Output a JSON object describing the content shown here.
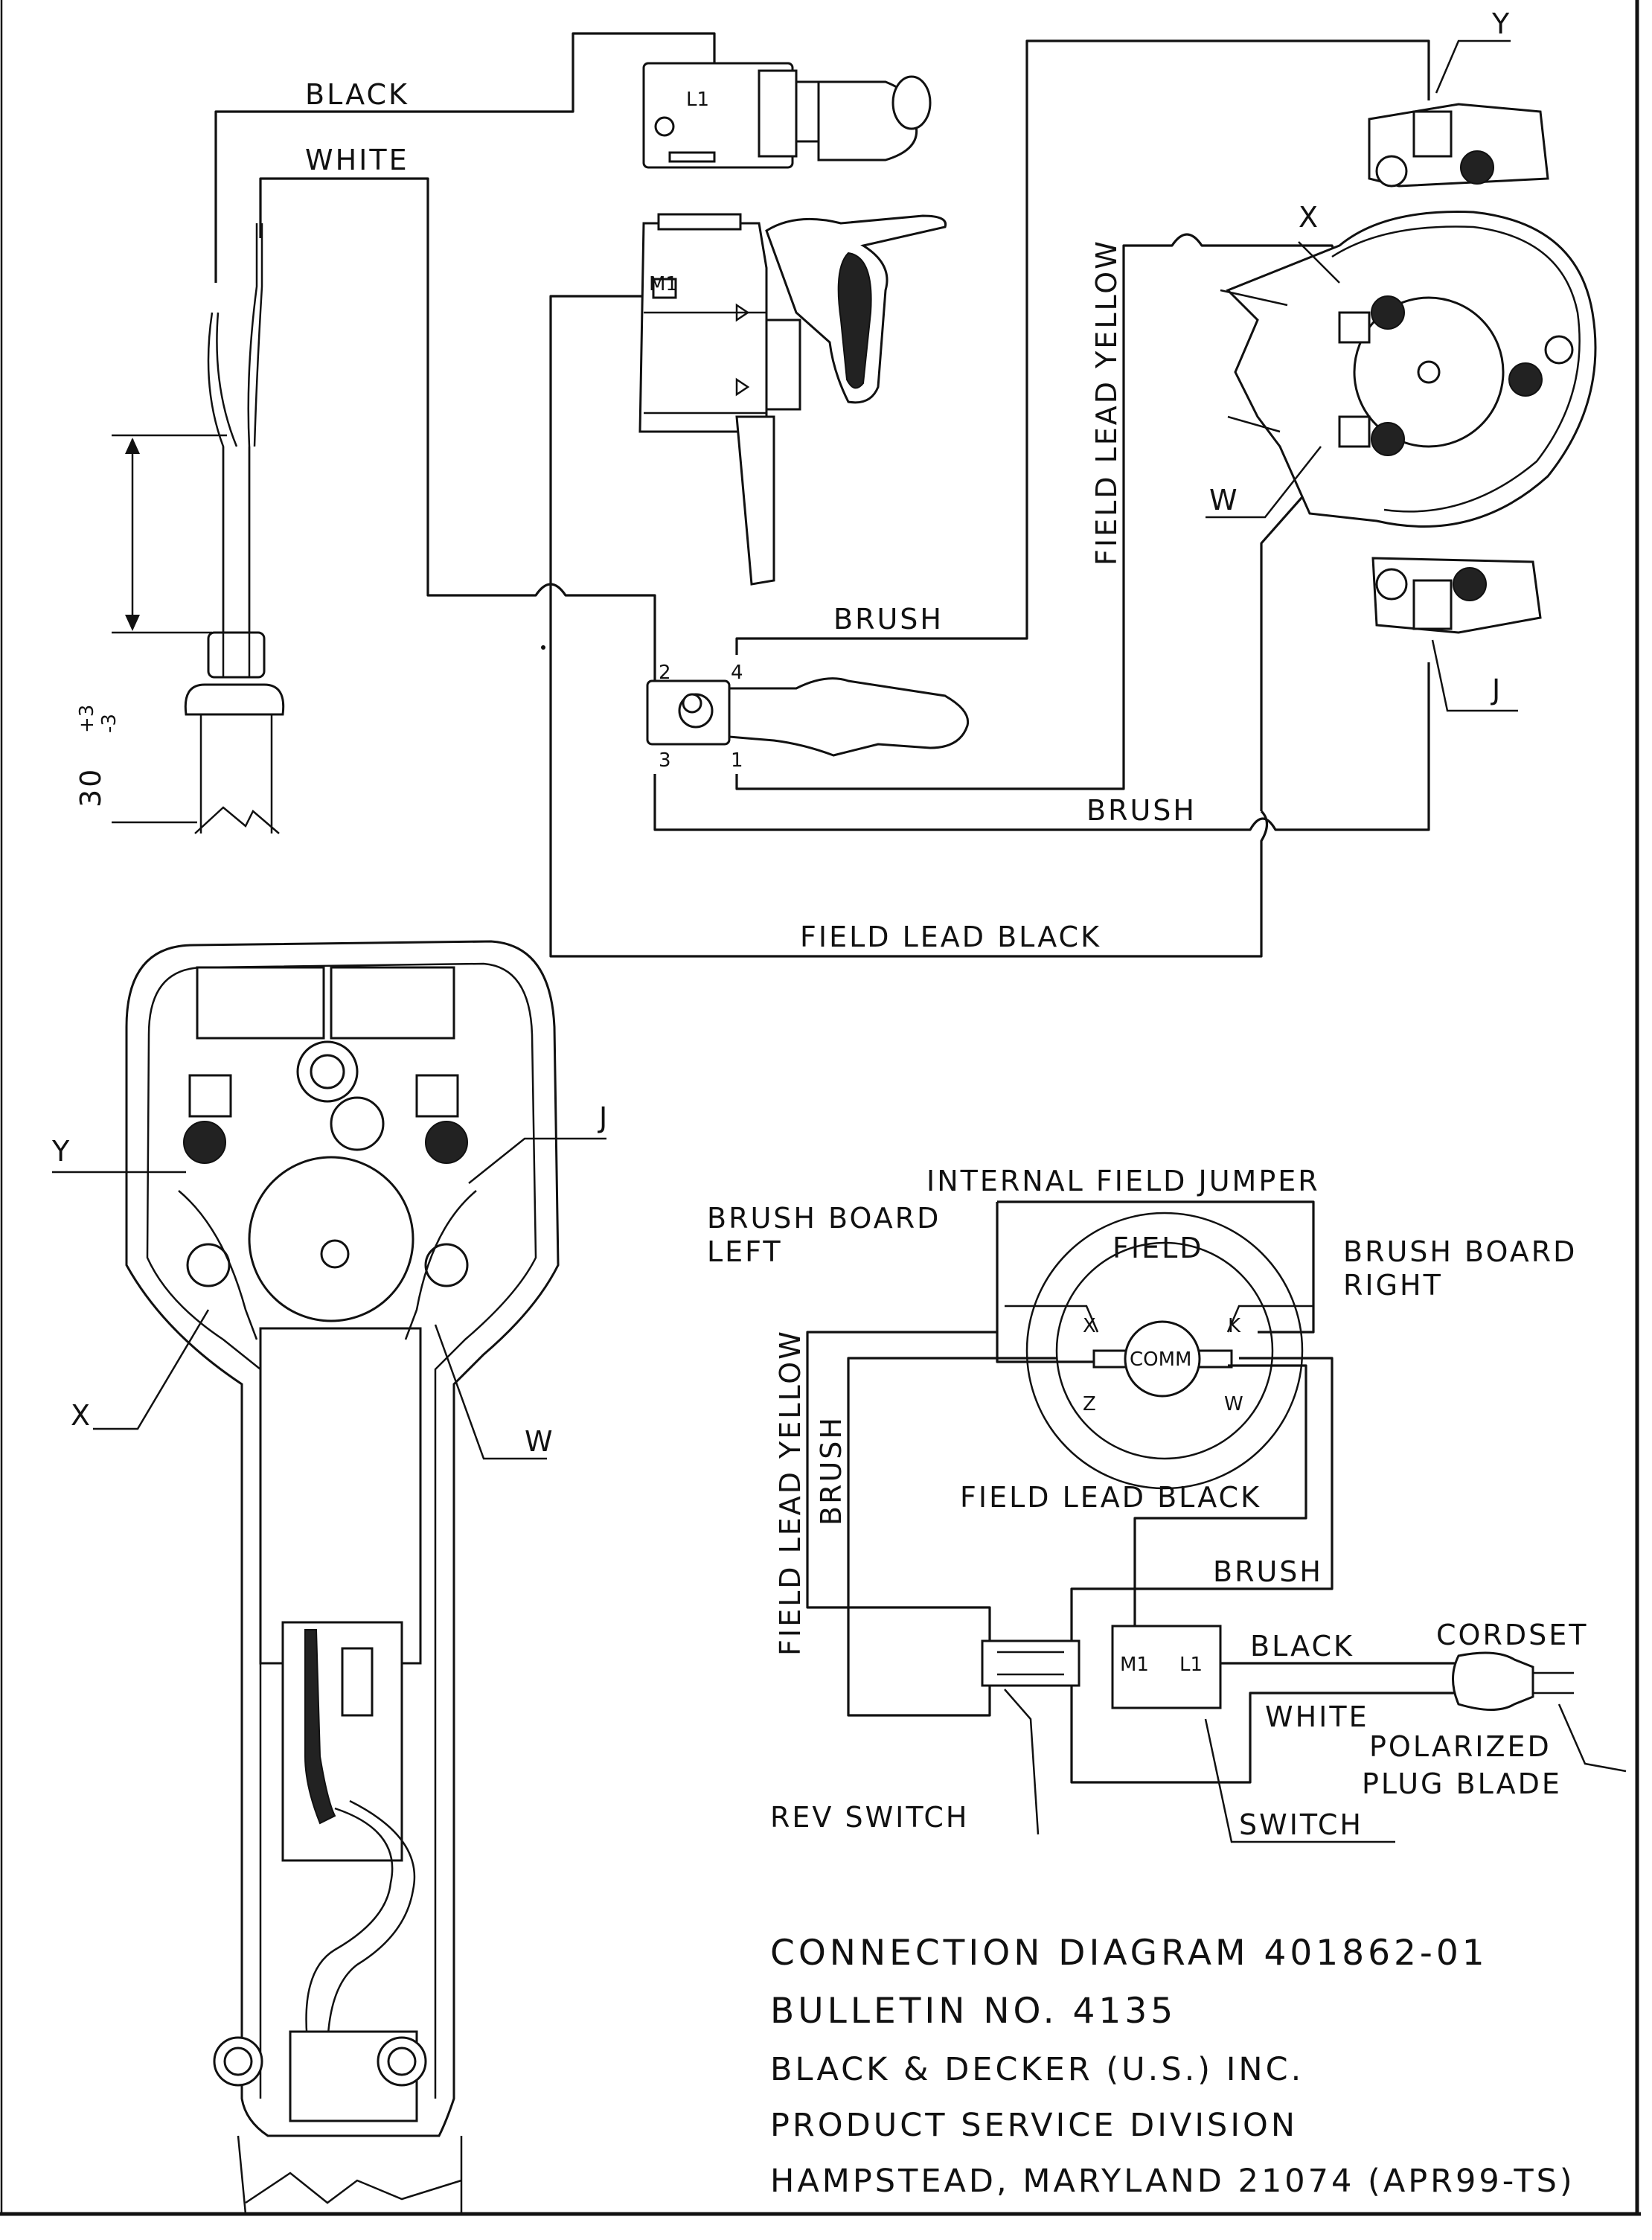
{
  "labels": {
    "black": "BLACK",
    "white": "WHITE",
    "field_lead_yellow": "FIELD LEAD YELLOW",
    "brush": "BRUSH",
    "field_lead_black": "FIELD LEAD BLACK",
    "y": "Y",
    "x": "X",
    "w": "W",
    "j": "J",
    "m1": "M1",
    "l1": "L1",
    "term_1": "1",
    "term_2": "2",
    "term_3": "3",
    "term_4": "4"
  },
  "dimensions": {
    "length": "30",
    "tolerance_plus": "+3",
    "tolerance_minus": "-3"
  },
  "schematic": {
    "internal_field_jumper": "INTERNAL FIELD JUMPER",
    "brush_board_left_1": "BRUSH BOARD",
    "brush_board_left_2": "LEFT",
    "brush_board_right_1": "BRUSH BOARD",
    "brush_board_right_2": "RIGHT",
    "field": "FIELD",
    "comm": "COMM",
    "x": "X",
    "k": "K",
    "z": "Z",
    "w": "W",
    "field_lead_yellow": "FIELD LEAD YELLOW",
    "brush_left": "BRUSH",
    "field_lead_black": "FIELD LEAD BLACK",
    "brush": "BRUSH",
    "black": "BLACK",
    "white": "WHITE",
    "cordset": "CORDSET",
    "polarized_1": "POLARIZED",
    "polarized_2": "PLUG BLADE",
    "rev_switch": "REV SWITCH",
    "switch": "SWITCH",
    "m1": "M1",
    "l1": "L1"
  },
  "title_block": {
    "line1": "CONNECTION DIAGRAM 401862-01",
    "line2": "BULLETIN NO. 4135",
    "line3": "BLACK & DECKER (U.S.) INC.",
    "line4": "PRODUCT SERVICE DIVISION",
    "line5": "HAMPSTEAD, MARYLAND 21074 (APR99-TS)"
  },
  "colors": {
    "ink": "#111111",
    "paper": "#ffffff"
  }
}
